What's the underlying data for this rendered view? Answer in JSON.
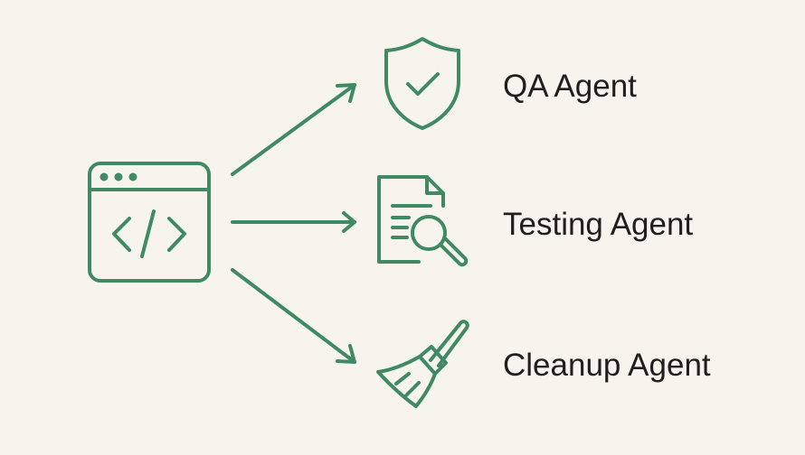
{
  "source": {
    "icon": "code-window-icon"
  },
  "agents": [
    {
      "label": "QA Agent",
      "icon": "shield-check-icon"
    },
    {
      "label": "Testing Agent",
      "icon": "document-search-icon"
    },
    {
      "label": "Cleanup Agent",
      "icon": "broom-icon"
    }
  ],
  "colors": {
    "accent": "#3f8a62",
    "background": "#f7f4ed",
    "text": "#1f1f1f"
  }
}
